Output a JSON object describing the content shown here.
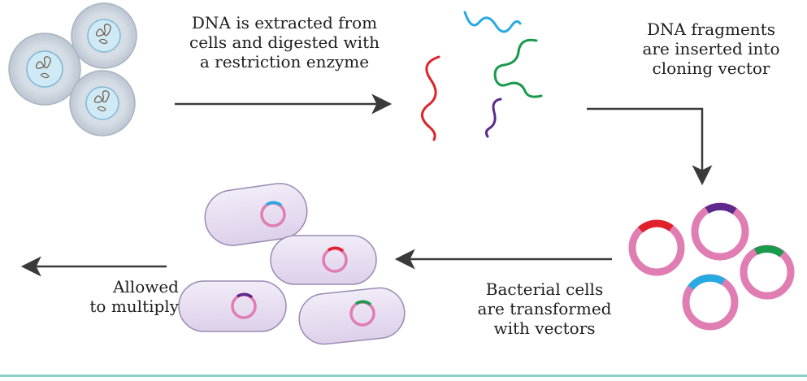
{
  "steps": {
    "extract": [
      "DNA is extracted from",
      "cells and digested with",
      "a restriction enzyme"
    ],
    "insert": [
      "DNA fragments",
      "are inserted into",
      "cloning vector"
    ],
    "transform": [
      "Bacterial cells",
      "are transformed",
      "with vectors"
    ],
    "multiply": [
      "Allowed",
      "to multiply"
    ]
  },
  "colors": {
    "cell_outer": "#c9d2dc",
    "cell_nucleus": "#cfe9f5",
    "arrow": "#3a3a3a",
    "plasmid": "#e07db3",
    "bacterium_fill": "#e9def2",
    "bacterium_stroke": "#9a8bb3",
    "insert_blue": "#27a9e1",
    "insert_red": "#e0212b",
    "insert_green": "#1a9a4b",
    "insert_purple": "#5b2a8c",
    "rule": "#8fd0c7"
  },
  "icons": [
    "cell-icon",
    "dna-fragment-icon",
    "plasmid-icon",
    "bacterium-icon",
    "arrow-icon"
  ]
}
